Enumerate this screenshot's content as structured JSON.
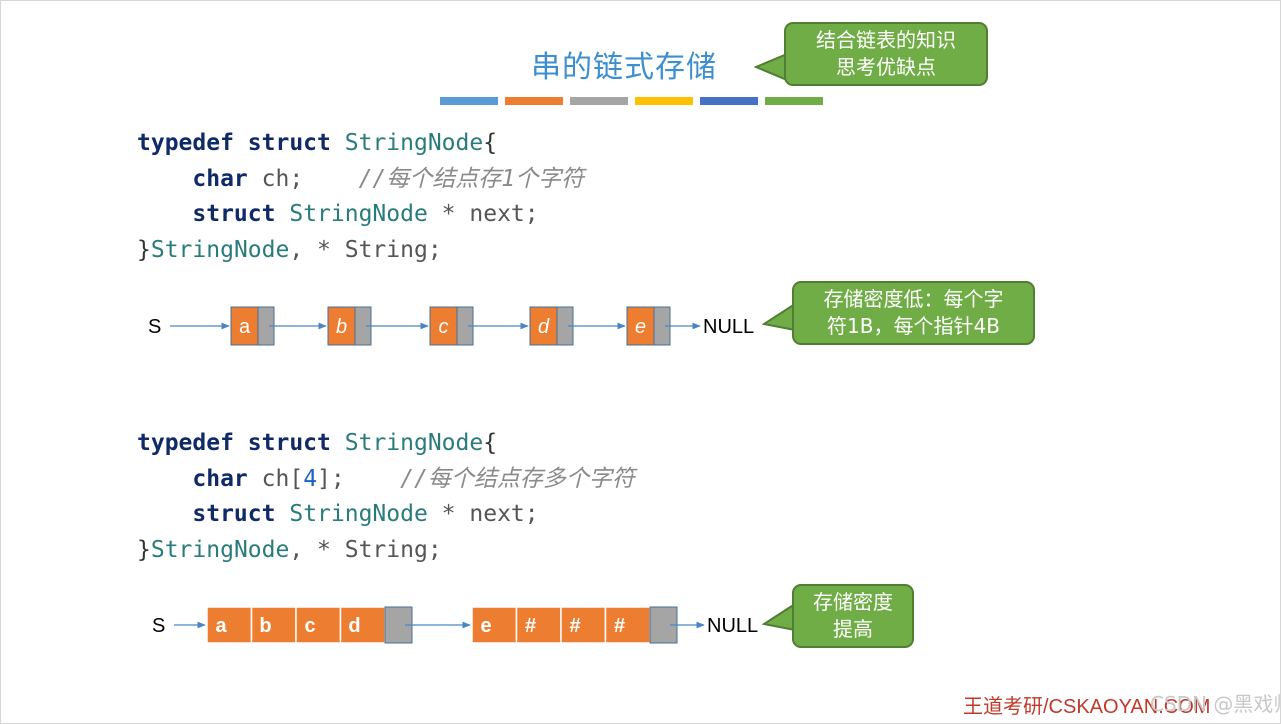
{
  "title": "串的链式存储",
  "color_bar": [
    "#5b9bd5",
    "#ed7d31",
    "#a5a5a5",
    "#ffc000",
    "#4472c4",
    "#70ad47"
  ],
  "callouts": {
    "top": [
      "结合链表的知识",
      "思考优缺点"
    ],
    "mid": [
      "存储密度低：每个字",
      "符1B，每个指针4B"
    ],
    "bottom": [
      "存储密度",
      "提高"
    ]
  },
  "code1": {
    "l1": {
      "kw1": "typedef",
      "kw2": "struct",
      "name": "StringNode",
      "brace": "{"
    },
    "l2": {
      "kw": "char",
      "field": "ch;",
      "comment_a": "//每个结点存",
      "comment_num": "1",
      "comment_b": "个字符"
    },
    "l3": {
      "kw": "struct",
      "type": "StringNode",
      "rest": " * next;"
    },
    "l4": {
      "brace": "}",
      "type": "StringNode",
      "rest": ", * String;"
    }
  },
  "code2": {
    "l1": {
      "kw1": "typedef",
      "kw2": "struct",
      "name": "StringNode",
      "brace": "{"
    },
    "l2": {
      "kw": "char",
      "field": "ch[",
      "size": "4",
      "field_end": "];",
      "comment": "//每个结点存多个字符"
    },
    "l3": {
      "kw": "struct",
      "type": "StringNode",
      "rest": " * next;"
    },
    "l4": {
      "brace": "}",
      "type": "StringNode",
      "rest": ", * String;"
    }
  },
  "list1": {
    "head": "S",
    "nodes": [
      "a",
      "b",
      "c",
      "d",
      "e"
    ],
    "tail": "NULL"
  },
  "list2": {
    "head": "S",
    "node1": [
      "a",
      "b",
      "c",
      "d"
    ],
    "node2": [
      "e",
      "#",
      "#",
      "#"
    ],
    "tail": "NULL"
  },
  "watermark": "王道考研/CSKAOYAN.COM",
  "watermark_overlay": "CSDN @黑戏师"
}
